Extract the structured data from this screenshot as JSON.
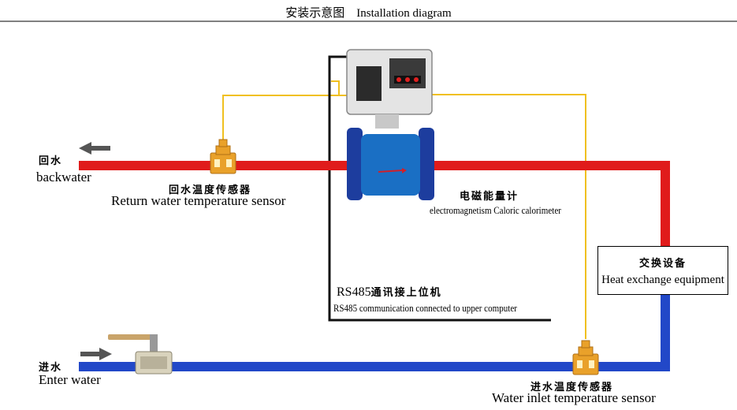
{
  "header": {
    "title": "安装示意图　Installation diagram"
  },
  "labels": {
    "backwater_cn": "回水",
    "backwater_en": "backwater",
    "return_sensor_cn": "回水温度传感器",
    "return_sensor_en": "Return water temperature sensor",
    "meter_cn": "电磁能量计",
    "meter_en": "electromagnetism Caloric calorimeter",
    "heat_exchange_cn": "交换设备",
    "heat_exchange_en": "Heat exchange equipment",
    "rs485_prefix": "RS485",
    "rs485_cn": "通讯接上位机",
    "rs485_en": "RS485 communication connected to upper computer",
    "enter_cn": "进水",
    "enter_en": "Enter water",
    "inlet_sensor_cn": "进水温度传感器",
    "inlet_sensor_en": "Water inlet temperature sensor"
  },
  "colors": {
    "return_pipe": "#e01b1b",
    "supply_pipe": "#2248c8",
    "sensor_wire": "#f0c020",
    "comm_cable": "#111111",
    "sensor_body": "#e9a12a",
    "meter_body": "#1a6fc4",
    "flange": "#1d3d9e",
    "transmitter": "#e4e4e4",
    "valve_handle": "#c9a46a",
    "arrow": "#555555"
  },
  "icons": {
    "flow_arrow": "left-arrow-icon",
    "inlet_arrow": "right-arrow-icon",
    "return_sensor": "temperature-sensor-icon",
    "inlet_sensor": "temperature-sensor-icon",
    "meter": "electromagnetic-flowmeter-icon",
    "valve": "ball-valve-icon"
  }
}
